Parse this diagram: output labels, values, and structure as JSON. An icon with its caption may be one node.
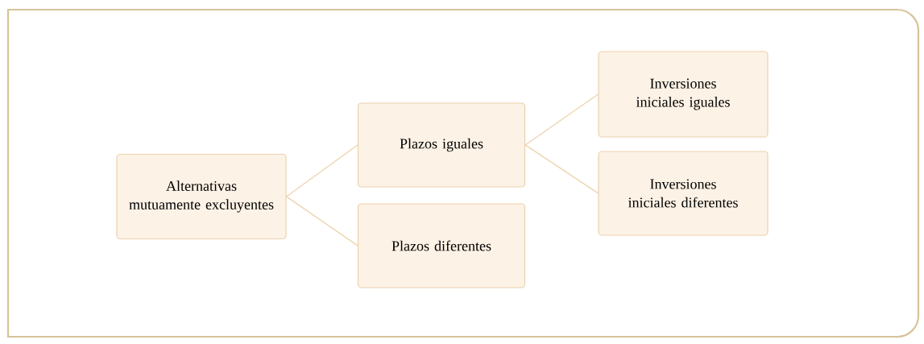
{
  "diagram": {
    "nodes": [
      {
        "text": [
          "Alternativas mutuamente excluyentes"
        ]
      },
      {
        "text": [
          "Plazos iguales"
        ]
      },
      {
        "text": [
          "Plazos diferentes"
        ]
      },
      {
        "text": [
          "Inversiones iniciales iguales"
        ]
      },
      {
        "text": [
          "Inversiones iniciales diferentes"
        ]
      }
    ],
    "edges": [
      {
        "from": 0,
        "to": 1,
        "arrow": "none"
      },
      {
        "from": 0,
        "to": 2,
        "arrow": "none"
      },
      {
        "from": 1,
        "to": 3,
        "arrow": "none"
      },
      {
        "from": 1,
        "to": 4,
        "arrow": "none"
      }
    ]
  }
}
